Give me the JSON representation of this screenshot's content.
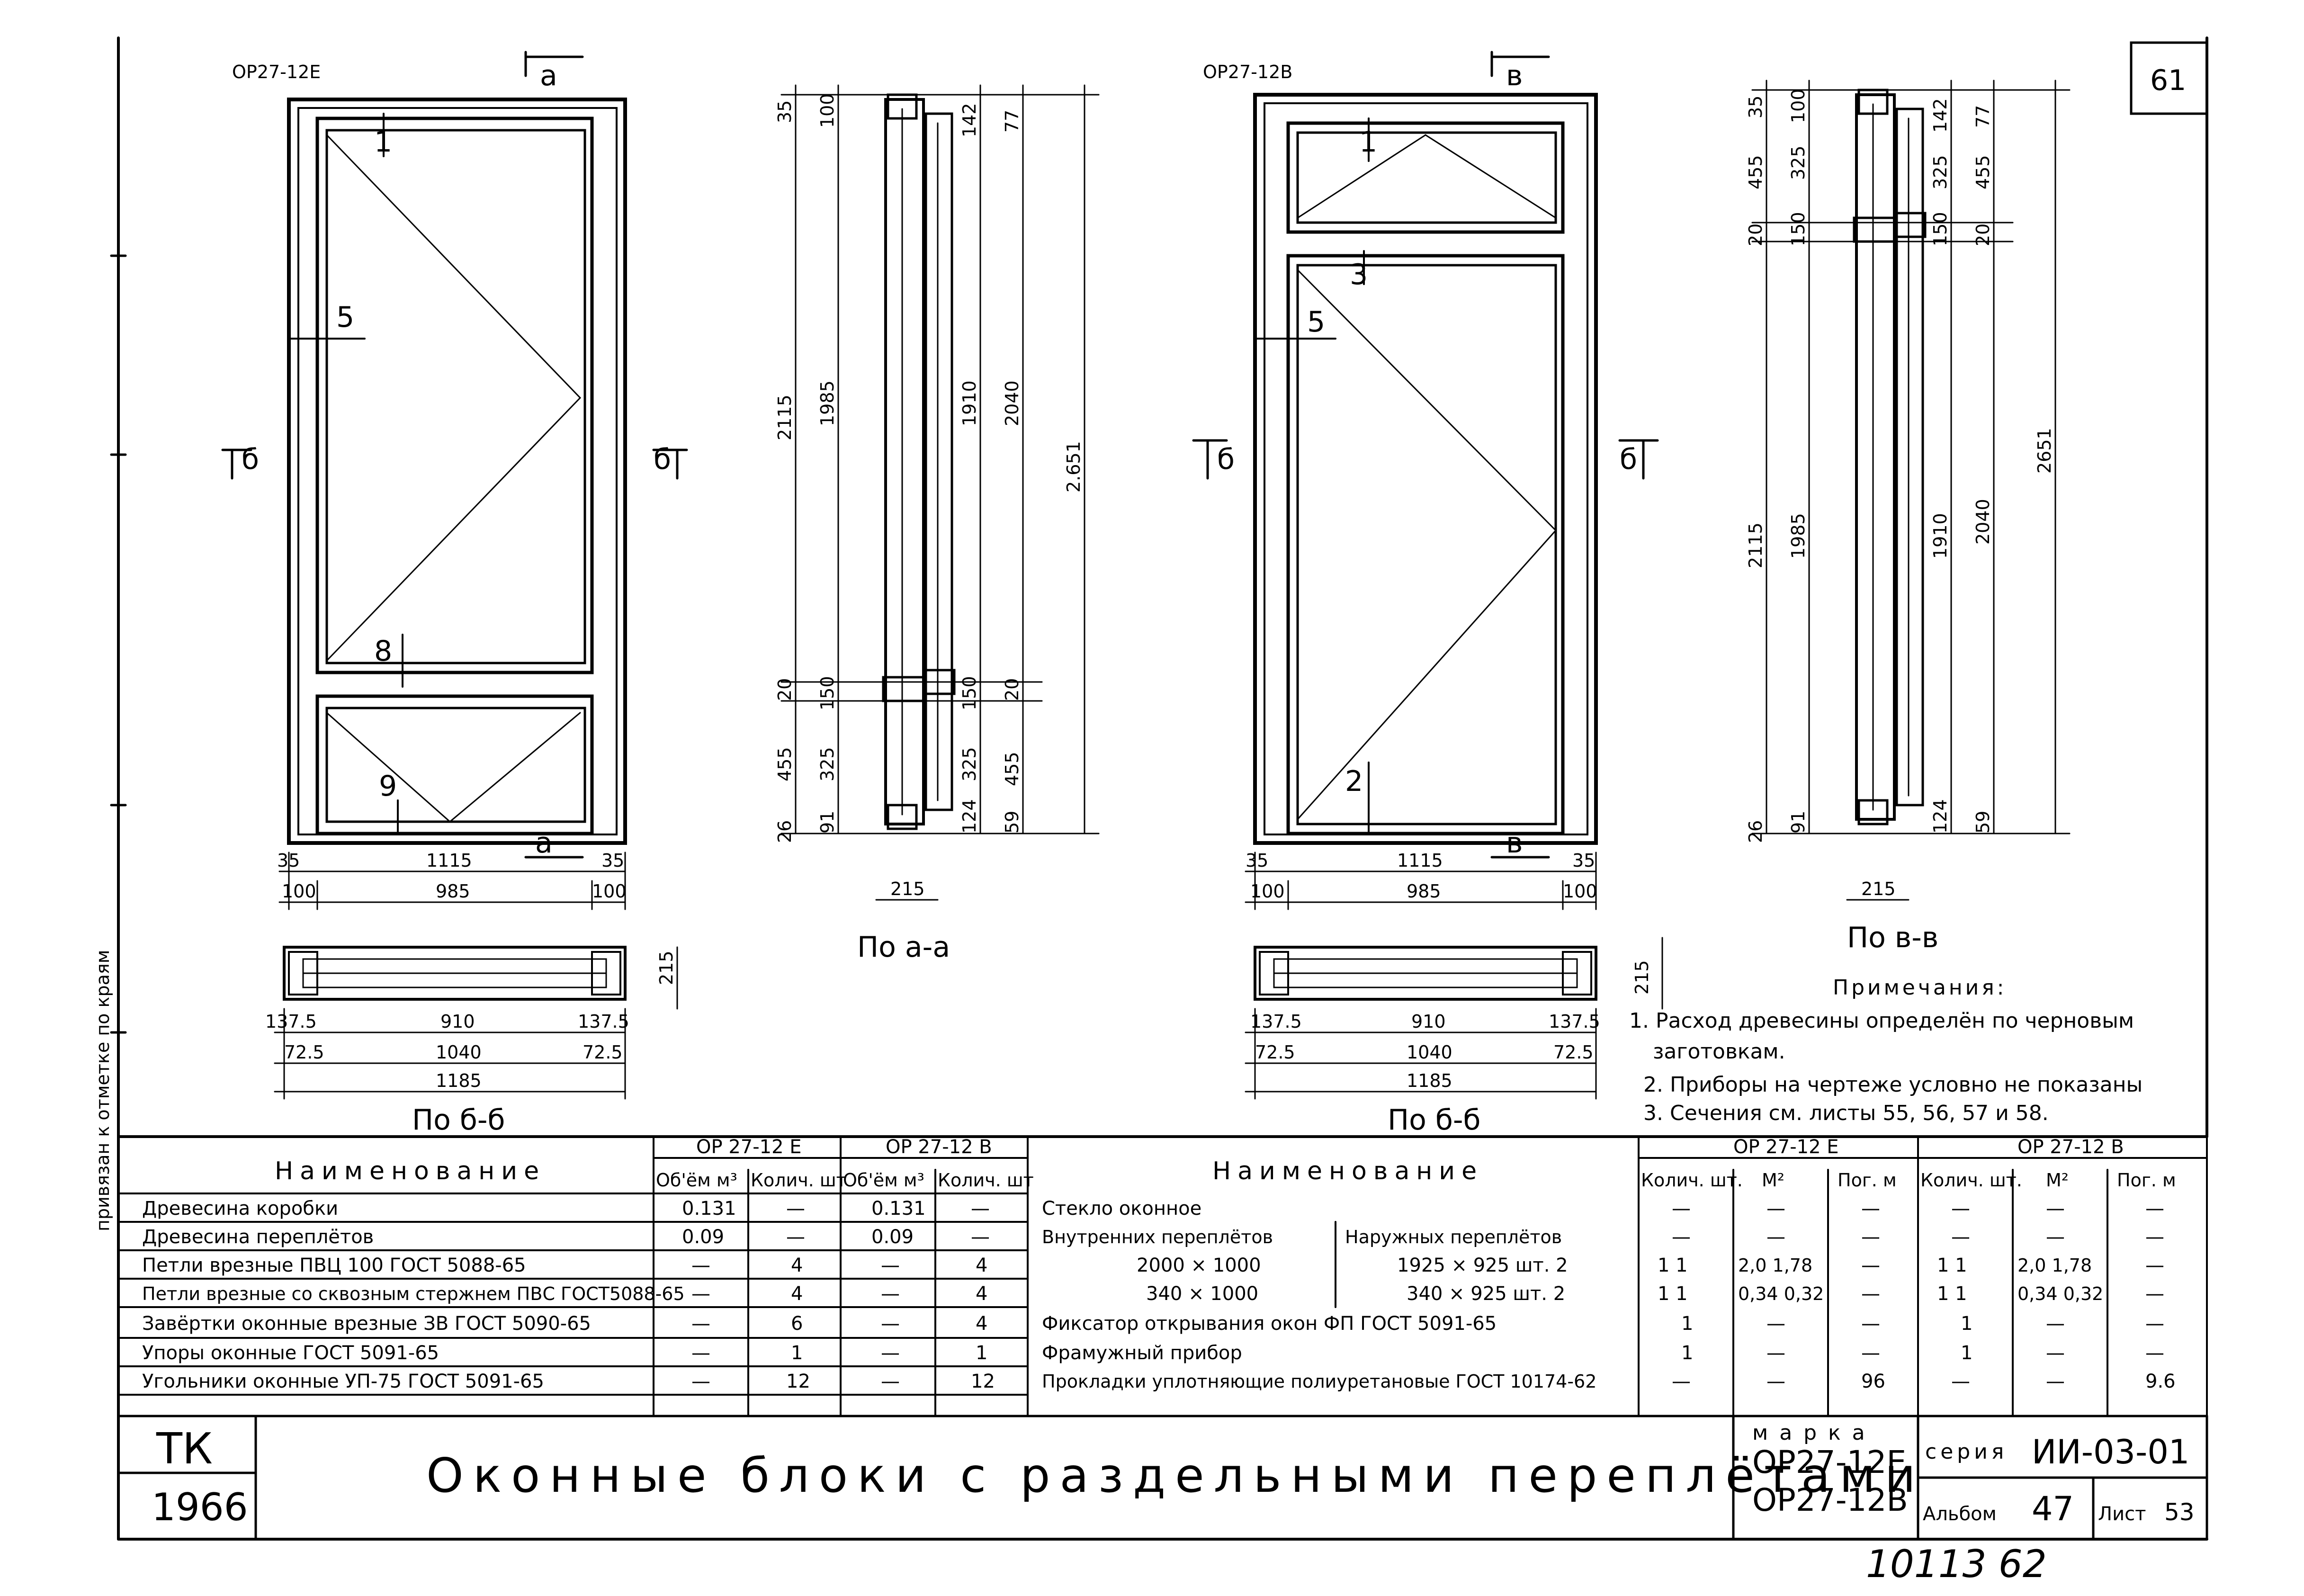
{
  "sheet_number": "61",
  "handwritten_ref": "10113 62",
  "left_margin_text": "привязан  к отметке  по  краям",
  "left_block": {
    "mark": "ОР27-12Е",
    "caption_plan": "По б-б",
    "caption_section": "По а-а",
    "labels": {
      "n1": "1",
      "n5": "5",
      "n8": "8",
      "n9": "9"
    },
    "cut_labels": {
      "a_top": "а",
      "a_bottom": "а",
      "b_left": "б",
      "b_right": "б"
    },
    "dims_width_top": [
      "35",
      "1115",
      "35"
    ],
    "dims_width_mid": [
      "100",
      "985",
      "100"
    ],
    "dims_plan_row1": [
      "137.5",
      "910",
      "137.5"
    ],
    "dims_plan_row2": [
      "72.5",
      "1040",
      "72.5"
    ],
    "dims_plan_row3": "1185",
    "dim_plan_depth": "215",
    "dims_vert_outer": [
      "35",
      "2115",
      "20",
      "455",
      "26"
    ],
    "dims_vert_inner": [
      "100",
      "1985",
      "150",
      "325",
      "91"
    ],
    "dims_vert_right1": [
      "142",
      "1910",
      "150",
      "325",
      "124"
    ],
    "dims_vert_right2": [
      "77",
      "2040",
      "20",
      "455",
      "59"
    ],
    "dim_total": "2.651",
    "dim_section_depth": "215"
  },
  "right_block": {
    "mark": "ОР27-12В",
    "caption_plan": "По б-б",
    "caption_section": "По в-в",
    "labels": {
      "n1": "1",
      "n2": "2",
      "n3": "3",
      "n5": "5"
    },
    "cut_labels": {
      "v_top": "в",
      "v_bottom": "в",
      "b_left": "б",
      "b_right": "б"
    },
    "dims_width_top": [
      "35",
      "1115",
      "35"
    ],
    "dims_width_mid": [
      "100",
      "985",
      "100"
    ],
    "dims_plan_row1": [
      "137.5",
      "910",
      "137.5"
    ],
    "dims_plan_row2": [
      "72.5",
      "1040",
      "72.5"
    ],
    "dims_plan_row3": "1185",
    "dim_plan_depth": "215",
    "dims_vert_outer": [
      "35",
      "455",
      "20",
      "2115",
      "26"
    ],
    "dims_vert_inner": [
      "100",
      "325",
      "150",
      "1985",
      "91"
    ],
    "dims_vert_right1": [
      "142",
      "325",
      "150",
      "1910",
      "124"
    ],
    "dims_vert_right2": [
      "77",
      "455",
      "20",
      "2040",
      "59"
    ],
    "dim_total": "2651",
    "dim_section_depth": "215"
  },
  "notes": {
    "title": "Примечания:",
    "items": [
      "1. Расход древесины определён по черновым",
      "заготовкам.",
      "2. Приборы на чертеже условно не показаны",
      "3. Сечения см. листы 55, 56, 57 и 58."
    ]
  },
  "table_left": {
    "header_name": "Наименование",
    "group1": "ОР 27-12 Е",
    "group2": "ОР 27-12 В",
    "sub": [
      "Об'ём м³",
      "Колич. шт",
      "Об'ём м³",
      "Колич. шт"
    ],
    "rows": [
      {
        "name": "Древесина коробки",
        "v": [
          "0.131",
          "—",
          "0.131",
          "—"
        ]
      },
      {
        "name": "Древесина переплётов",
        "v": [
          "0.09",
          "—",
          "0.09",
          "—"
        ]
      },
      {
        "name": "Петли врезные ПВЦ 100   ГОСТ 5088-65",
        "v": [
          "—",
          "4",
          "—",
          "4"
        ]
      },
      {
        "name": "Петли врезные со сквозным стержнем ПВС ГОСТ5088-65",
        "v": [
          "—",
          "4",
          "—",
          "4"
        ]
      },
      {
        "name": "Завёртки оконные врезные ЗВ ГОСТ 5090-65",
        "v": [
          "—",
          "6",
          "—",
          "4"
        ]
      },
      {
        "name": "Упоры оконные        ГОСТ 5091-65",
        "v": [
          "—",
          "1",
          "—",
          "1"
        ]
      },
      {
        "name": "Угольники оконные  УП-75 ГОСТ 5091-65",
        "v": [
          "—",
          "12",
          "—",
          "12"
        ]
      }
    ]
  },
  "table_right": {
    "header_name": "Наименование",
    "group1": "ОР 27-12 Е",
    "group2": "ОР 27-12 В",
    "sub": [
      "Колич. шт.",
      "М²",
      "Пог. м",
      "Колич. шт.",
      "М²",
      "Пог. м"
    ],
    "rows": [
      {
        "name": "Стекло оконное",
        "name2": "",
        "v": [
          "—",
          "—",
          "—",
          "—",
          "—",
          "—"
        ]
      },
      {
        "name": "Внутренних переплётов",
        "name2": "Наружных переплётов",
        "v": [
          "—",
          "—",
          "—",
          "—",
          "—",
          "—"
        ]
      },
      {
        "name": "2000 × 1000",
        "name2": "1925 × 925 шт. 2",
        "v": [
          "1   1",
          "2,0  1,78",
          "—",
          "1   1",
          "2,0  1,78",
          "—"
        ]
      },
      {
        "name": "340 × 1000",
        "name2": "340 × 925 шт. 2",
        "v": [
          "1   1",
          "0,34 0,32",
          "—",
          "1   1",
          "0,34 0,32",
          "—"
        ]
      },
      {
        "name": "Фиксатор открывания окон  ФП  ГОСТ 5091-65",
        "name2": "",
        "v": [
          "1",
          "—",
          "—",
          "1",
          "—",
          "—"
        ]
      },
      {
        "name": "Фрамужный   прибор",
        "name2": "",
        "v": [
          "1",
          "—",
          "—",
          "1",
          "—",
          "—"
        ]
      },
      {
        "name": "Прокладки уплотняющие полиуретановые ГОСТ 10174-62",
        "name2": "",
        "v": [
          "—",
          "—",
          "96",
          "—",
          "—",
          "9.6"
        ]
      }
    ]
  },
  "title_block": {
    "org": "ТК",
    "year": "1966",
    "title": "Оконные блоки с раздельными переплётами",
    "mark_label": "марка",
    "marks": [
      "ОР27-12Е",
      "ОР27-12В"
    ],
    "series_label": "серия",
    "series": "ИИ-03-01",
    "album_label": "Альбом",
    "album": "47",
    "sheet_label": "Лист",
    "sheet": "53"
  }
}
